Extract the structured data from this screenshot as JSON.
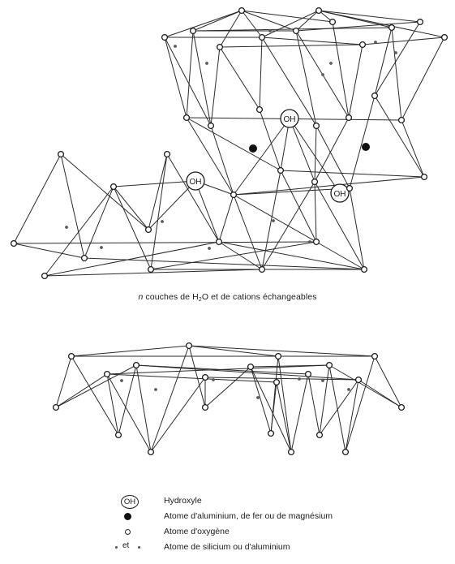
{
  "caption": {
    "prefix": "n",
    "text_before": "couches de H",
    "sub": "2",
    "text_after": "O et de cations échangeables"
  },
  "legend": {
    "hydroxyl_badge": "OH",
    "hydroxyl": "Hydroxyle",
    "metal": "Atome d'aluminium, de fer ou de magnésium",
    "oxygen": "Atome d'oxygène",
    "and_word": "et",
    "silicon": "Atome de silicium ou d'aluminium"
  },
  "oh_label": "OH"
}
